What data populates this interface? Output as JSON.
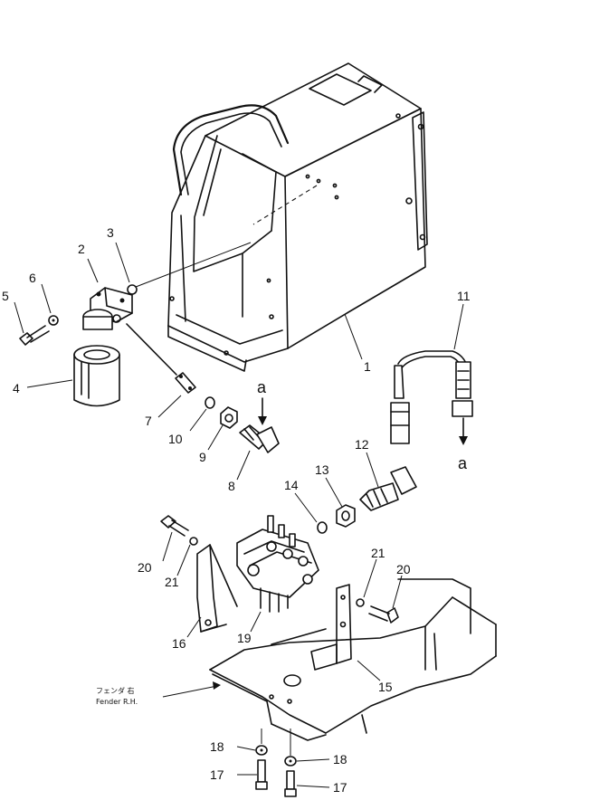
{
  "callouts": {
    "p1": "1",
    "p2": "2",
    "p3": "3",
    "p4": "4",
    "p5": "5",
    "p6": "6",
    "p7": "7",
    "p8": "8",
    "p9": "9",
    "p10": "10",
    "p11": "11",
    "p12": "12",
    "p13": "13",
    "p14": "14",
    "p15": "15",
    "p16": "16",
    "p17a": "17",
    "p17b": "17",
    "p18a": "18",
    "p18b": "18",
    "p19": "19",
    "p20a": "20",
    "p20b": "20",
    "p21a": "21",
    "p21b": "21"
  },
  "connection_marks": {
    "a_top": "a",
    "a_bottom": "a"
  },
  "fender_note": {
    "japanese": "フェンダ 右",
    "english": "Fender R.H."
  }
}
